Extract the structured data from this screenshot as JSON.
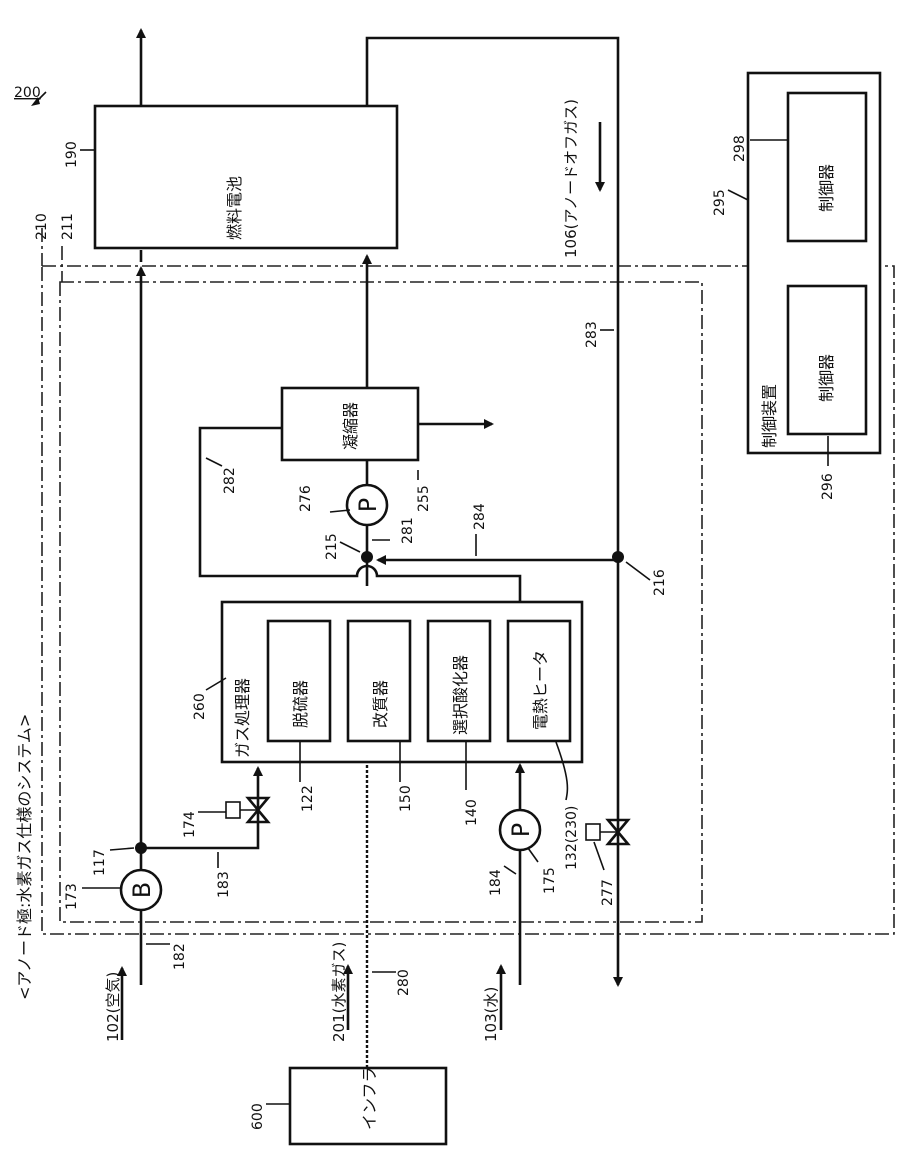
{
  "title": "<アノード極:水素ガス仕様のシステム>",
  "figure_number": "200",
  "labels": {
    "fuel_cell": "燃料電池",
    "gas_processor": "ガス処理器",
    "desulfurizer": "脱硫器",
    "reformer": "改質器",
    "selective_oxidizer": "選択酸化器",
    "electric_heater": "電熱ヒータ",
    "condenser": "凝縮器",
    "control_device": "制御装置",
    "controller_a": "制御器",
    "controller_b": "制御器",
    "infrastructure": "インフラ",
    "blower_symbol": "B",
    "pump_symbol_a": "P",
    "pump_symbol_b": "P",
    "flow_air": "102(空気)",
    "flow_hydrogen": "201(水素ガス)",
    "flow_water": "103(水)",
    "flow_anode_offgas": "106(アノードオフガス)"
  },
  "refs": {
    "r210": "210",
    "r211": "211",
    "r190": "190",
    "r260": "260",
    "r122": "122",
    "r150": "150",
    "r140": "140",
    "r132": "132(230)",
    "r255": "255",
    "r276": "276",
    "r281": "281",
    "r282": "282",
    "r283": "283",
    "r284": "284",
    "r215": "215",
    "r216": "216",
    "r117": "117",
    "r173": "173",
    "r174": "174",
    "r175": "175",
    "r182": "182",
    "r183": "183",
    "r184": "184",
    "r277": "277",
    "r280": "280",
    "r295": "295",
    "r296": "296",
    "r298": "298",
    "r600": "600"
  }
}
